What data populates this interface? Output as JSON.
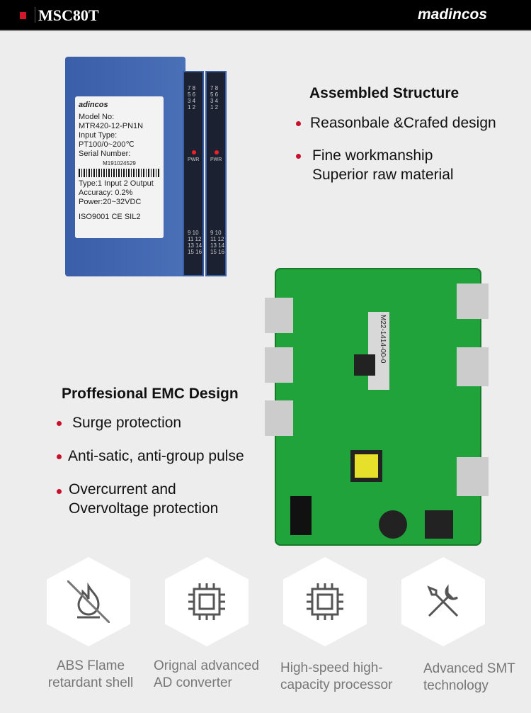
{
  "header": {
    "title": "MSC80T",
    "logo": "madincos"
  },
  "device_label": {
    "brand": "adincos",
    "lines": [
      "Model No:",
      "MTR420-12-PN1N",
      "Input Type:",
      "PT100/0~200℃",
      "Serial Number:",
      "M191024529",
      "Type:1 Input 2 Output",
      "Accuracy: 0.2%",
      "Power:20~32VDC"
    ],
    "cert": "ISO9001  CE  SIL2",
    "pwr": "PWR",
    "terminals_top": "7 8\n5 6\n3 4\n1 2",
    "terminals_bottom": "9 10\n11 12\n13 14\n15 16"
  },
  "assembled": {
    "title": "Assembled Structure",
    "bullets": [
      "Reasonbale &Crafed design",
      "Fine workmanship\nSuperior raw material"
    ]
  },
  "emc": {
    "title": "Proffesional EMC Design",
    "bullets": [
      "Surge protection",
      "Anti-satic, anti-group pulse",
      "Overcurrent and\nOvervoltage protection"
    ]
  },
  "pcb": {
    "marking": "M22-1414-00-0"
  },
  "features": [
    {
      "icon": "no-flame-icon",
      "label": "ABS Flame\nretardant shell"
    },
    {
      "icon": "chip-icon",
      "label": "Orignal advanced\nAD converter"
    },
    {
      "icon": "processor-icon",
      "label": "High-speed high-\ncapacity processor"
    },
    {
      "icon": "tools-icon",
      "label": "Advanced SMT\ntechnology"
    }
  ],
  "colors": {
    "accent": "#c8102e",
    "device": "#3a5ea8",
    "pcb": "#1fa33a"
  }
}
